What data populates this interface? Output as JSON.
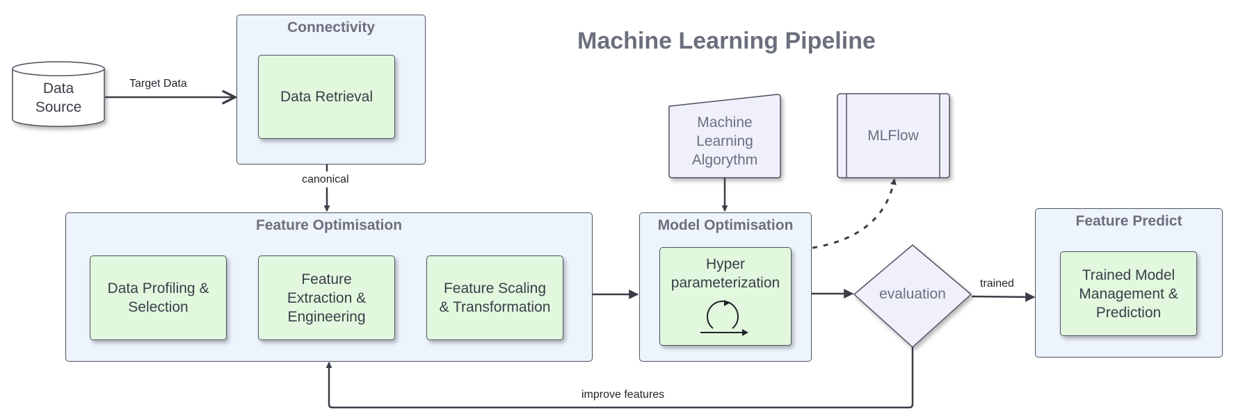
{
  "title": "Machine Learning Pipeline",
  "colors": {
    "container_fill": "#eef4fd",
    "process_fill": "#e1f8df",
    "lavender_fill": "#f0f0fd",
    "stroke": "#4d515e",
    "title_text": "#6b6f7c"
  },
  "data_source": {
    "label": "Data\nSource"
  },
  "containers": {
    "connectivity": {
      "label": "Connectivity"
    },
    "feature_optimisation": {
      "label": "Feature Optimisation"
    },
    "model_optimisation": {
      "label": "Model Optimisation"
    },
    "feature_predict": {
      "label": "Feature Predict"
    }
  },
  "nodes": {
    "data_retrieval": "Data Retrieval",
    "data_profiling": "Data Profiling &\nSelection",
    "feature_extraction": "Feature\nExtraction &\nEngineering",
    "feature_scaling": "Feature Scaling\n& Transformation",
    "hyper_parameterization": "Hyper\nparameterization",
    "trained_model": "Trained Model\nManagement &\nPrediction",
    "ml_algorithm": "Machine\nLearning\nAlgorythm",
    "mlflow": "MLFlow",
    "evaluation": "evaluation"
  },
  "edge_labels": {
    "target_data": "Target Data",
    "canonical": "canonical",
    "trained": "trained",
    "improve_features": "improve features"
  },
  "icons": {
    "cycle": "cycle-arrow-icon"
  }
}
